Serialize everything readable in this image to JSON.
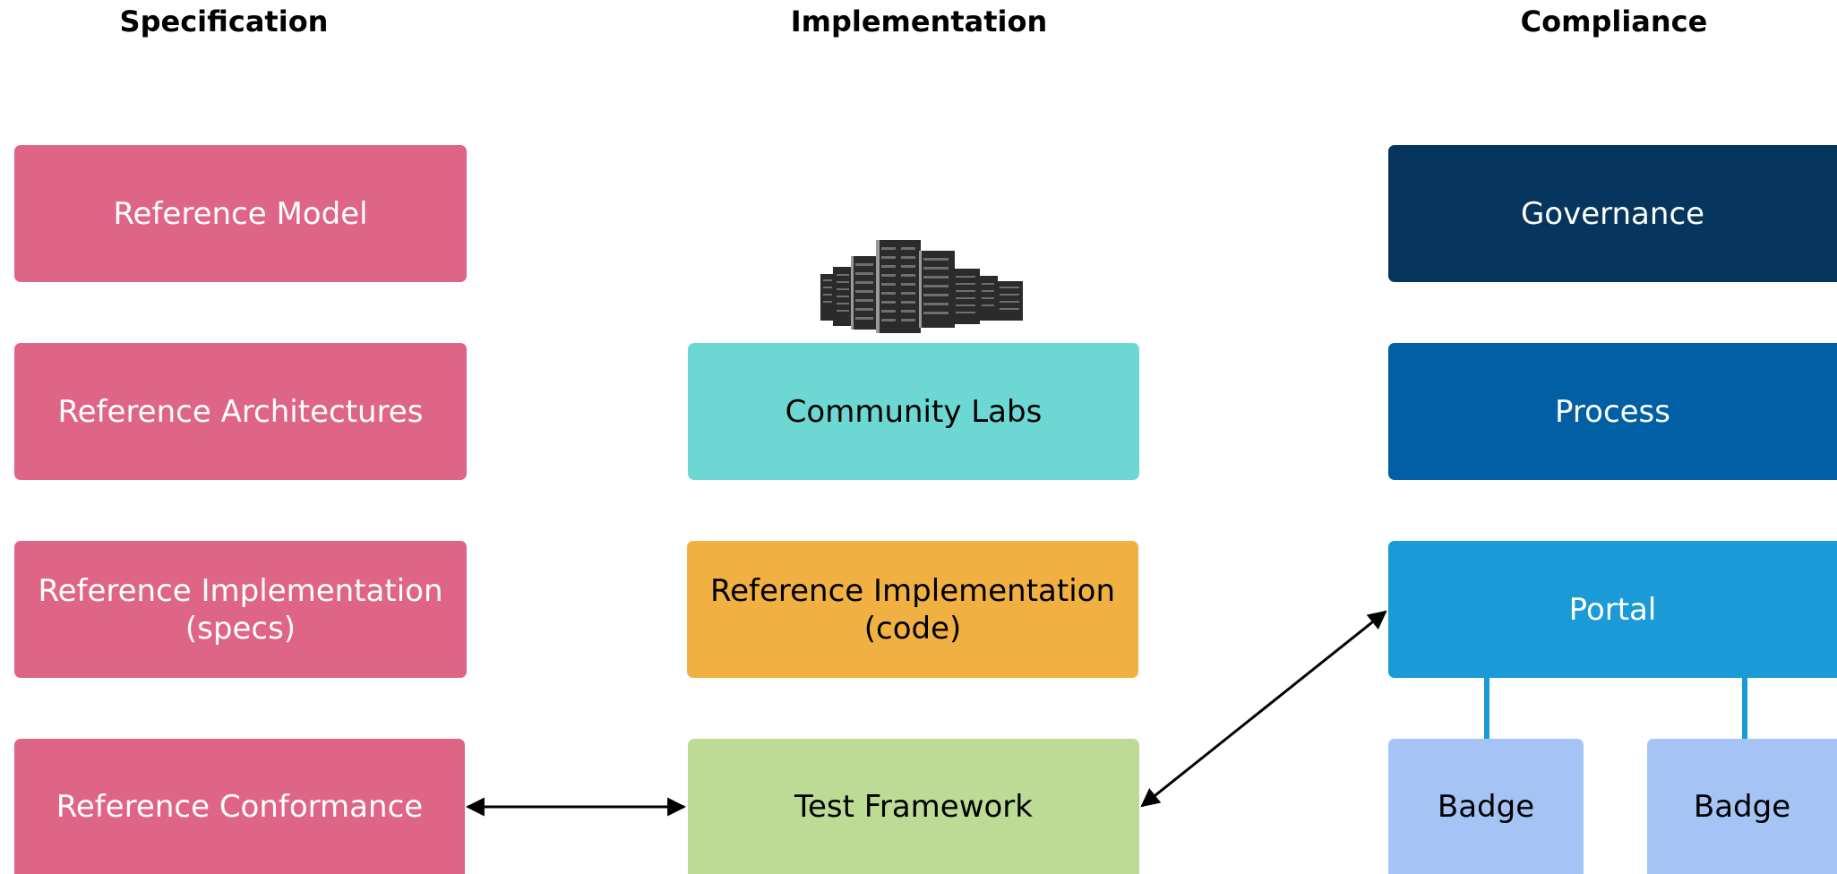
{
  "headers": {
    "specification": "Specification",
    "implementation": "Implementation",
    "compliance": "Compliance"
  },
  "specification": {
    "reference_model": "Reference Model",
    "reference_architectures": "Reference Architectures",
    "reference_implementation_specs": "Reference Implementation\n(specs)",
    "reference_conformance": "Reference Conformance"
  },
  "implementation": {
    "community_labs": "Community  Labs",
    "reference_implementation_code": "Reference Implementation\n(code)",
    "test_framework": "Test Framework"
  },
  "compliance": {
    "governance": "Governance",
    "process": "Process",
    "portal": "Portal",
    "badge_left": "Badge",
    "badge_right": "Badge"
  },
  "colors": {
    "specification_box": "#df6586",
    "community_labs": "#6dd8d3",
    "reference_implementation_code": "#f0b042",
    "test_framework": "#bcdb95",
    "governance": "#06365e",
    "process": "#015fa4",
    "portal": "#1a9ad6",
    "badge": "#a5c3f4",
    "portal_badge_connector": "#1a9ad6",
    "arrow": "#000000"
  },
  "icons": {
    "servers": "server-rack-cluster-icon"
  }
}
